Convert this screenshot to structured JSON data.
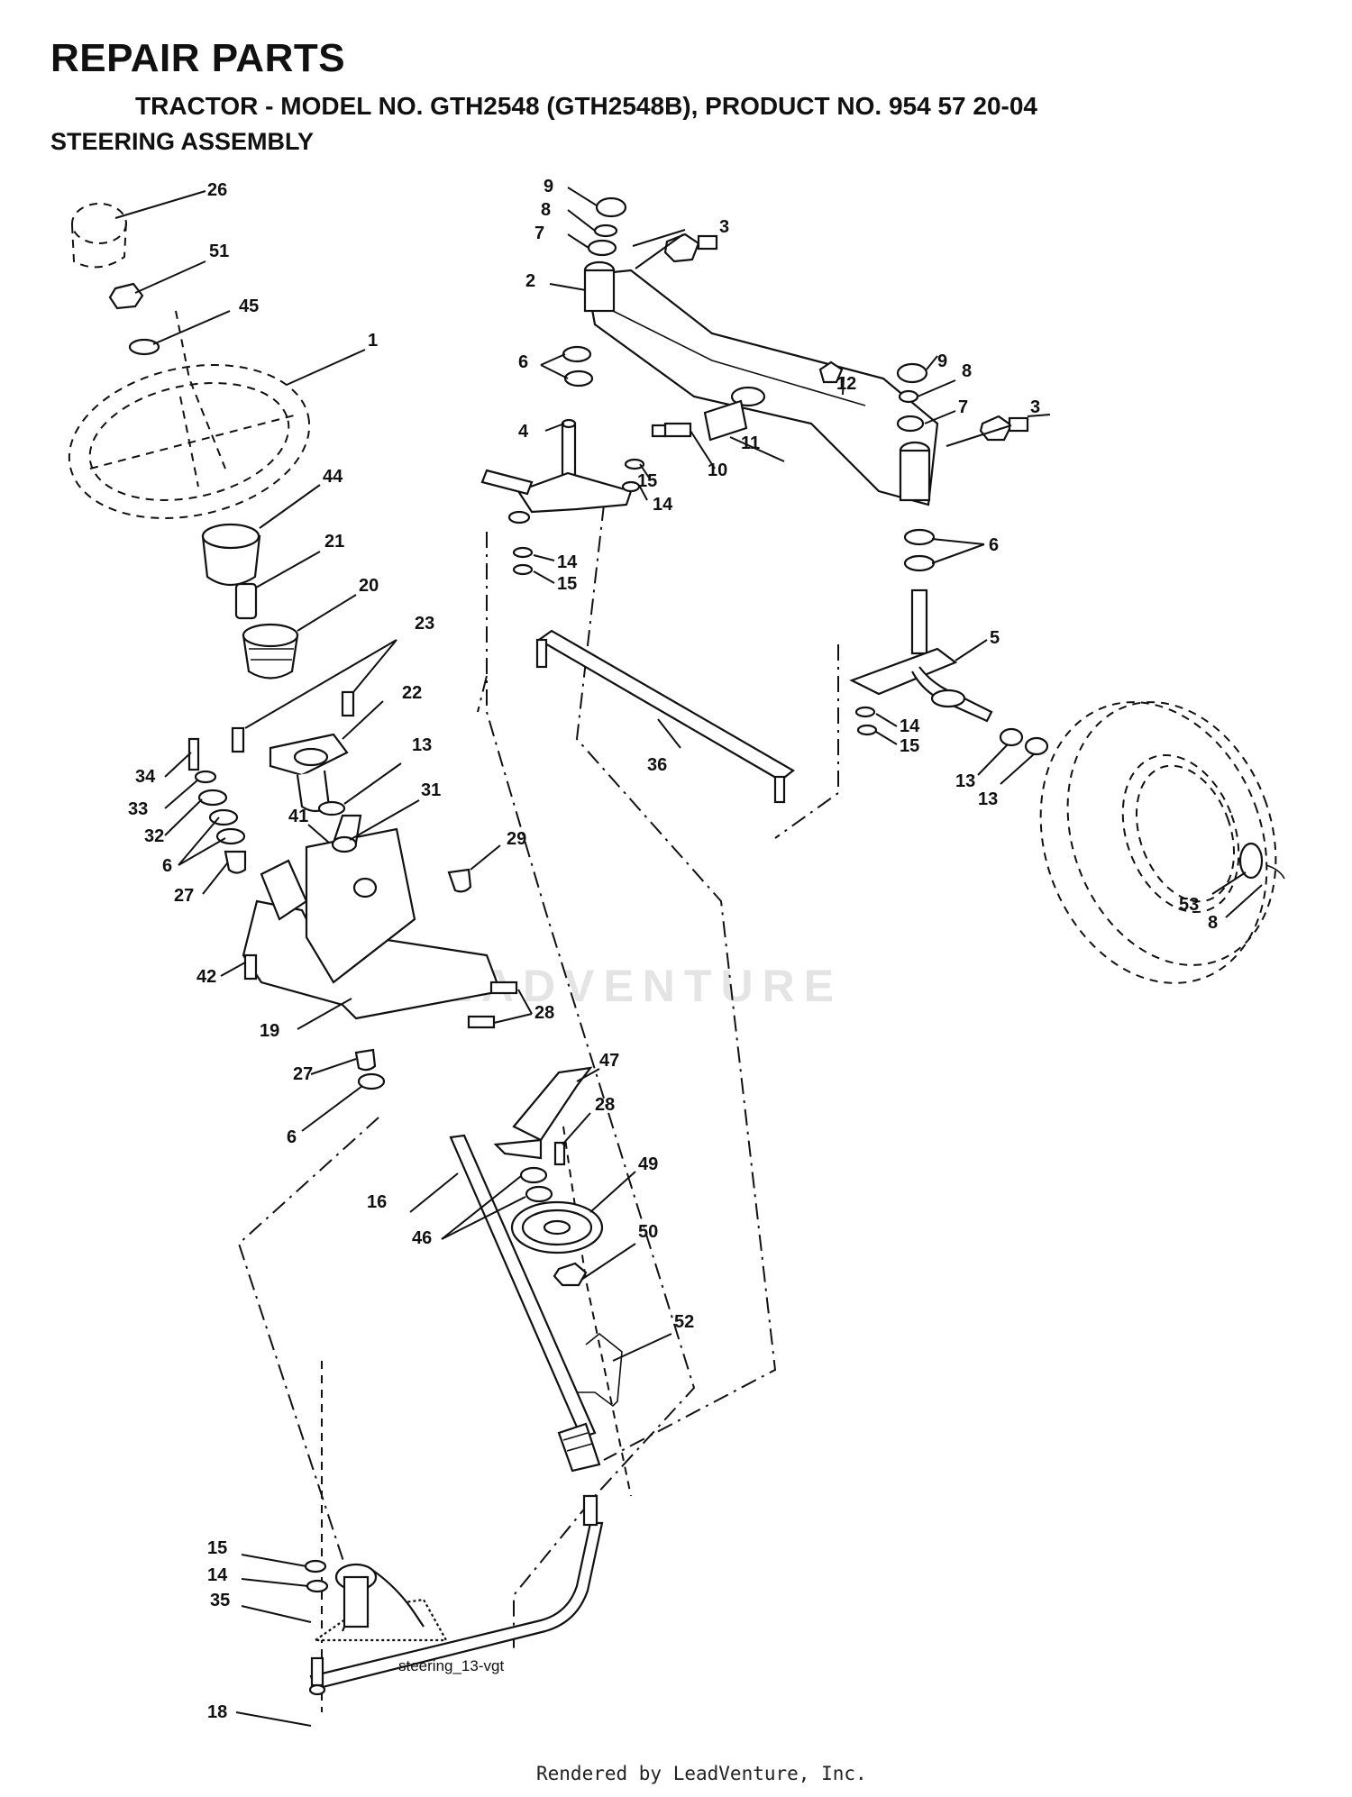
{
  "header": {
    "title": "REPAIR PARTS",
    "subtitle": "TRACTOR - MODEL NO. GTH2548 (GTH2548B), PRODUCT NO. 954 57 20-04",
    "section": "STEERING ASSEMBLY"
  },
  "diagram": {
    "labels": {
      "p26": "26",
      "p51": "51",
      "p45": "45",
      "p1": "1",
      "p44": "44",
      "p21": "21",
      "p20": "20",
      "p23": "23",
      "p22": "22",
      "p13a": "13",
      "p31": "31",
      "p34": "34",
      "p33": "33",
      "p32": "32",
      "p6a": "6",
      "p41": "41",
      "p27a": "27",
      "p29": "29",
      "p42": "42",
      "p19": "19",
      "p28a": "28",
      "p27b": "27",
      "p6b": "6",
      "p47": "47",
      "p28b": "28",
      "p49": "49",
      "p16": "16",
      "p46": "46",
      "p50": "50",
      "p52": "52",
      "p15a": "15",
      "p14a": "14",
      "p35": "35",
      "p18": "18",
      "p9a": "9",
      "p8a": "8",
      "p7a": "7",
      "p3a": "3",
      "p2": "2",
      "p6c": "6",
      "p12": "12",
      "p9b": "9",
      "p8b": "8",
      "p7b": "7",
      "p3b": "3",
      "p4": "4",
      "p11": "11",
      "p10": "10",
      "p15b": "15",
      "p14b": "14",
      "p14c": "14",
      "p15c": "15",
      "p6d": "6",
      "p5": "5",
      "p14d": "14",
      "p15d": "15",
      "p36": "36",
      "p13b": "13",
      "p13c": "13",
      "p53": "53",
      "p8c": "8"
    },
    "filename": "steering_13-vgt",
    "watermark": "LEADVENTURE"
  },
  "footer": {
    "rendered_by": "Rendered by LeadVenture, Inc."
  }
}
